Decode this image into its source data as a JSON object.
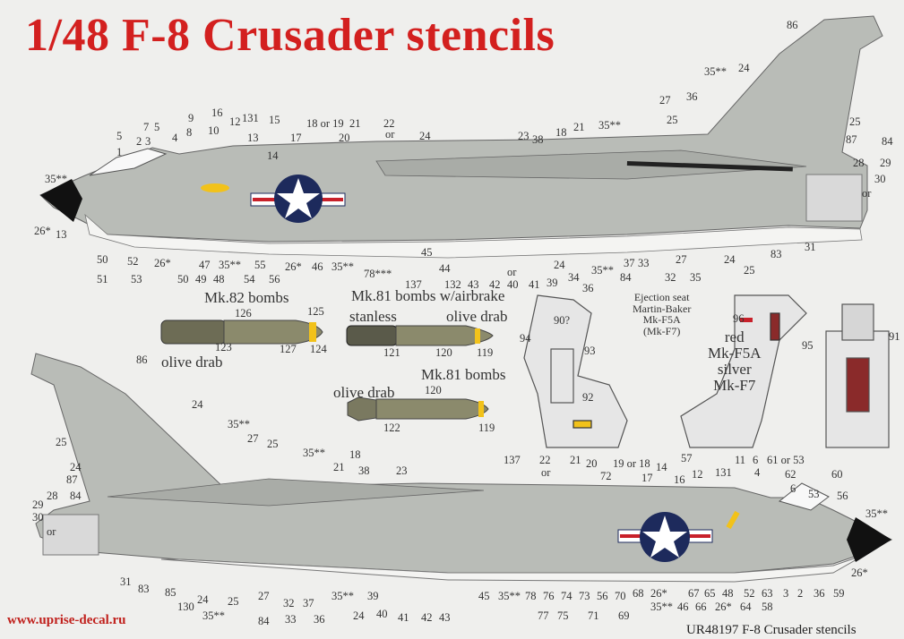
{
  "title": "1/48 F-8 Crusader stencils",
  "footer": {
    "website": "www.uprise-decal.ru",
    "product_code": "UR48197 F-8 Crusader stencils"
  },
  "colors": {
    "title": "#d3201f",
    "aircraft": "#b9bcb7",
    "underside": "#f4f4f2",
    "olive_drab": "#8b8a6c",
    "yellow": "#f2c21a",
    "roundel_blue": "#1d2a5c",
    "stripe_red": "#c8202a",
    "nose": "#111111"
  },
  "bombs": {
    "mk82": {
      "title": "Mk.82 bombs",
      "color_label": "olive drab",
      "callouts": [
        "126",
        "125",
        "123",
        "127",
        "124"
      ]
    },
    "mk81_airbrake": {
      "title": "Mk.81 bombs w/airbrake",
      "tail_label": "stanless",
      "body_label": "olive drab",
      "callouts": [
        "121",
        "120",
        "119"
      ]
    },
    "mk81": {
      "title": "Mk.81 bombs",
      "color_label": "olive drab",
      "callouts": [
        "120",
        "122",
        "119"
      ]
    }
  },
  "ejection_seat": {
    "title_lines": [
      "Ejection seat",
      "Martin-Baker",
      "Mk-F5A",
      "(Mk-F7)"
    ],
    "color_notes": [
      "red",
      "Mk-F5A",
      "silver",
      "Mk-F7"
    ],
    "callouts": [
      "90?",
      "94",
      "93",
      "92",
      "96",
      "95",
      "91"
    ]
  },
  "top_callouts": [
    "86",
    "35**",
    "24",
    "36",
    "27",
    "25",
    "87",
    "84",
    "28",
    "29",
    "30",
    "or",
    "25",
    "35**",
    "21",
    "18",
    "38",
    "23",
    "24",
    "22",
    "or",
    "21",
    "20",
    "18 or 19",
    "17",
    "15",
    "131",
    "13",
    "14",
    "16",
    "12",
    "10",
    "9",
    "8",
    "7",
    "5",
    "4",
    "3",
    "2",
    "5",
    "1",
    "35**",
    "26*",
    "13",
    "50",
    "51",
    "52",
    "53",
    "26*",
    "50",
    "49",
    "47",
    "48",
    "35**",
    "54",
    "55",
    "56",
    "26*",
    "46",
    "35**",
    "78***",
    "137",
    "45",
    "44",
    "132",
    "43",
    "42",
    "or",
    "40",
    "41",
    "39",
    "24",
    "34",
    "36",
    "35**",
    "84",
    "37",
    "33",
    "32",
    "27",
    "35",
    "24",
    "25",
    "83",
    "31"
  ],
  "bottom_callouts": [
    "86",
    "24",
    "35**",
    "27",
    "25",
    "35**",
    "25",
    "24",
    "87",
    "84",
    "28",
    "29",
    "30",
    "or",
    "18",
    "21",
    "38",
    "23",
    "137",
    "22",
    "or",
    "21",
    "20",
    "72",
    "19 or 18",
    "17",
    "14",
    "16",
    "57",
    "12",
    "131",
    "11",
    "6",
    "4",
    "61 or 53",
    "62",
    "6",
    "53",
    "60",
    "56",
    "35**",
    "26*",
    "31",
    "83",
    "85",
    "130",
    "24",
    "25",
    "35**",
    "27",
    "84",
    "32",
    "33",
    "37",
    "36",
    "35**",
    "39",
    "24",
    "40",
    "41",
    "42",
    "43",
    "45",
    "35**",
    "78",
    "77",
    "76",
    "75",
    "74",
    "73",
    "71",
    "56",
    "70",
    "69",
    "68",
    "35**",
    "26*",
    "46",
    "67",
    "66",
    "65",
    "48",
    "26*",
    "52",
    "64",
    "63",
    "58",
    "3",
    "2",
    "36",
    "59"
  ]
}
